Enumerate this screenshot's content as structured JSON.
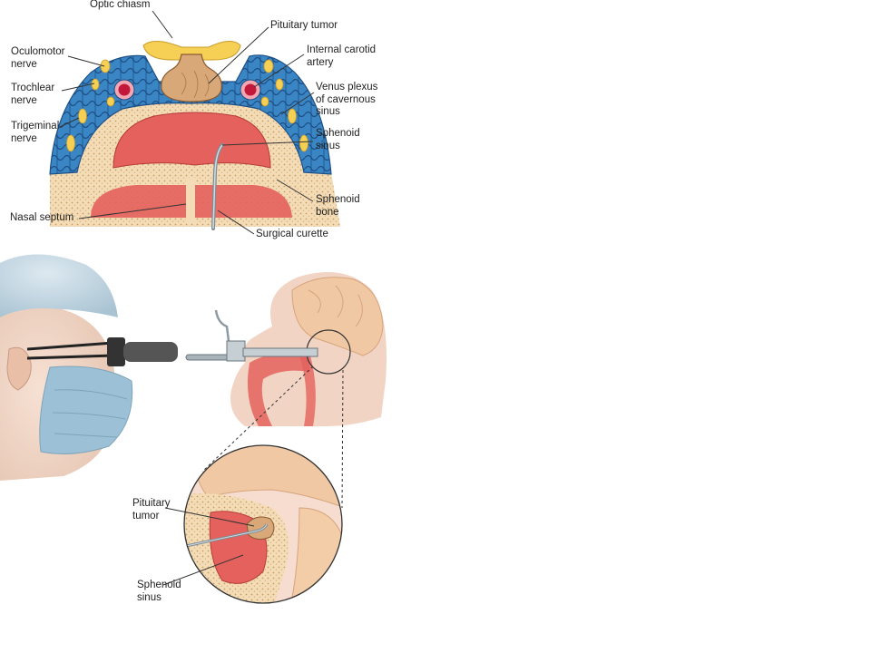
{
  "colors": {
    "sinus_blue": "#2f7dbd",
    "vessel_blue": "#1d4f86",
    "bone_beige": "#f3dcb6",
    "mucosa_red": "#e4615d",
    "nerve_yellow": "#f6cf55",
    "tumor_tan": "#d9a878",
    "artery_red": "#c2193a",
    "mask_blue": "#9cc1d6",
    "brain_peach": "#f0c9a4"
  },
  "labels": {
    "optic_chiasm": "Optic chiasm",
    "pituitary_tumor": "Pituitary tumor",
    "oculomotor_nerve": "Oculomotor\nnerve",
    "internal_carotid_artery": "Internal carotid\nartery",
    "trochlear_nerve": "Trochlear\nnerve",
    "venus_plexus": "Venus plexus\nof cavernous\nsinus",
    "trigeminal_nerve": "Trigeminal\nnerve",
    "sphenoid_sinus": "Sphenoid\nsinus",
    "sphenoid_bone": "Sphenoid\nbone",
    "nasal_septum": "Nasal septum",
    "surgical_curette": "Surgical curette",
    "inset_pituitary_tumor": "Pituitary\ntumor",
    "inset_sphenoid_sinus": "Sphenoid\nsinus"
  }
}
